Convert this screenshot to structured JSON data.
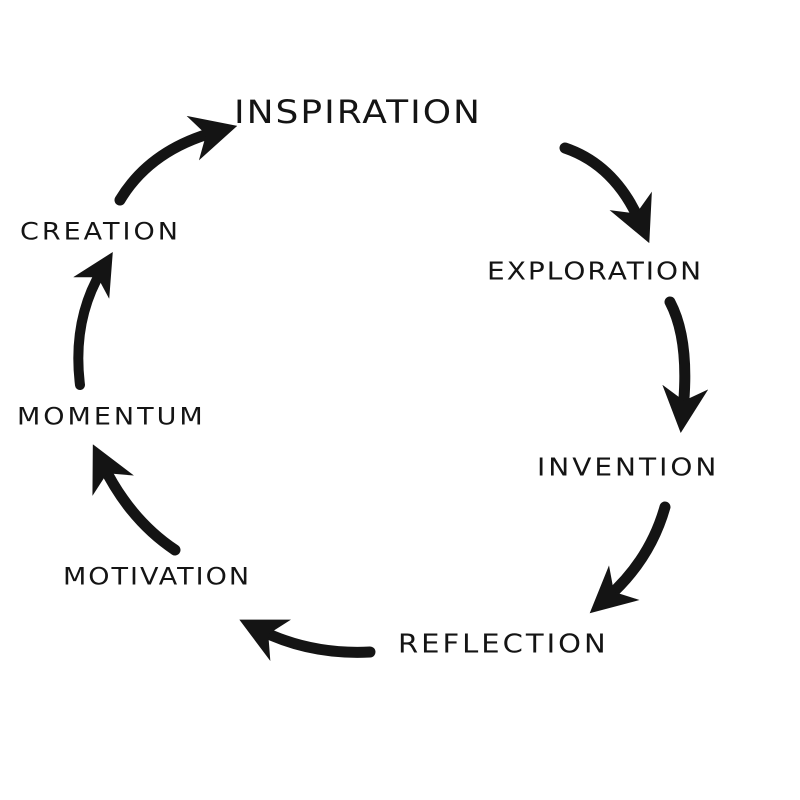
{
  "cycle": {
    "stages": [
      "INSPIRATION",
      "EXPLORATION",
      "INVENTION",
      "REFLECTION",
      "MOTIVATION",
      "MOMENTUM",
      "CREATION"
    ]
  },
  "colors": {
    "ink": "#141414",
    "background": "#ffffff"
  }
}
